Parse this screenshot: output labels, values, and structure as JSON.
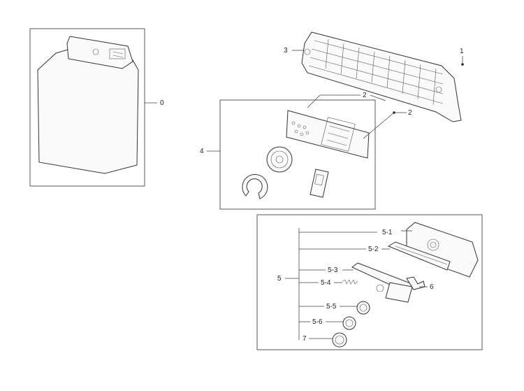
{
  "callouts": {
    "c0": "0",
    "c1": "1",
    "c2a": "2",
    "c2b": "2",
    "c3": "3",
    "c4": "4",
    "c5": "5",
    "c5_1": "5-1",
    "c5_2": "5-2",
    "c5_3": "5-3",
    "c5_4": "5-4",
    "c5_5": "5-5",
    "c5_6": "5-6",
    "c6": "6",
    "c7": "7"
  },
  "colors": {
    "line": "#444444",
    "part_fill": "#fafafa",
    "background": "#ffffff"
  }
}
